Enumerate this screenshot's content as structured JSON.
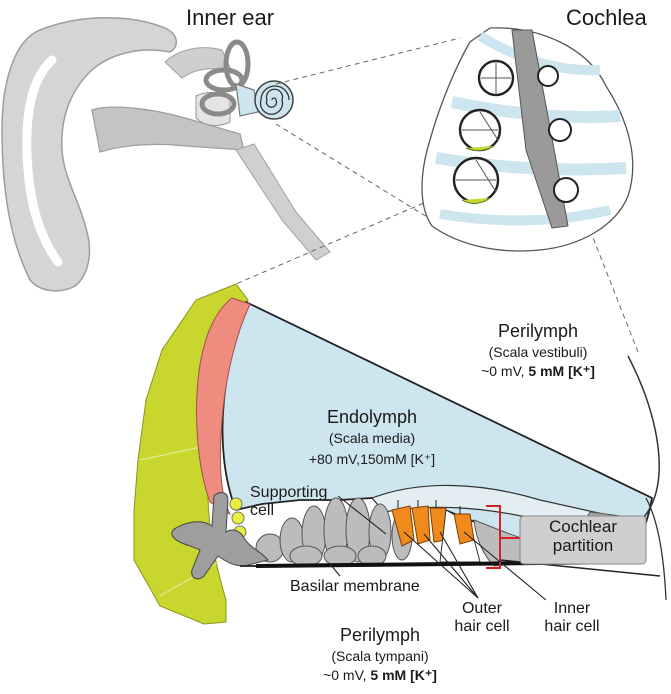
{
  "titles": {
    "inner_ear": "Inner ear",
    "cochlea": "Cochlea"
  },
  "perilymph_top": {
    "name": "Perilymph",
    "sub": "(Scala vestibuli)",
    "value_plain": "~0 mV, ",
    "value_bold": "5 mM [K⁺]"
  },
  "endolymph": {
    "name": "Endolymph",
    "sub": "(Scala media)",
    "value": "+80 mV,150mM [K⁺]"
  },
  "perilymph_bottom": {
    "name": "Perilymph",
    "sub": "(Scala tympani)",
    "value_plain": "~0 mV, ",
    "value_bold": "5 mM [K⁺]"
  },
  "labels": {
    "supporting_cell_1": "Supporting",
    "supporting_cell_2": "cell",
    "basilar_membrane": "Basilar membrane",
    "outer_hair_cell_1": "Outer",
    "outer_hair_cell_2": "hair cell",
    "inner_hair_cell_1": "Inner",
    "inner_hair_cell_2": "hair cell",
    "cochlear_partition_1": "Cochlear",
    "cochlear_partition_2": "partition"
  },
  "colors": {
    "perilymph": "#ffffff",
    "endolymph": "#cde5ee",
    "spiral_ligament": "#c9d62e",
    "stria_vascularis": "#ef8c80",
    "hair_cell": "#f08a1a",
    "tissue_gray": "#b9b9b9",
    "partition_bracket": "#d42020"
  }
}
